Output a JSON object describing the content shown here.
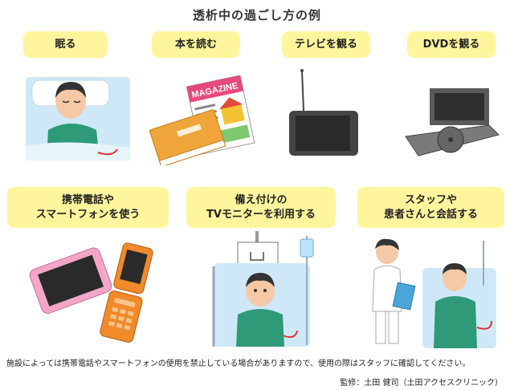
{
  "title": "透析中の過ごし方の例",
  "cards": [
    {
      "id": "sleep",
      "lines": [
        "眠る"
      ]
    },
    {
      "id": "read",
      "lines": [
        "本を読む"
      ],
      "book_text": "MAGAZINE"
    },
    {
      "id": "tv",
      "lines": [
        "テレビを観る"
      ]
    },
    {
      "id": "dvd",
      "lines": [
        "DVDを観る"
      ]
    },
    {
      "id": "phone",
      "lines": [
        "携帯電話や",
        "スマートフォンを使う"
      ]
    },
    {
      "id": "bedtv",
      "lines": [
        "備え付けの",
        "TVモニターを利用する"
      ]
    },
    {
      "id": "talk",
      "lines": [
        "スタッフや",
        "患者さんと会話する"
      ]
    }
  ],
  "note": "施設によっては携帯電話やスマートフォンの使用を禁止している場合がありますので、使用の際はスタッフに確認してください。",
  "supervisor": "監修：土田 健司（土田アクセスクリニック）",
  "colors": {
    "label_bg": "#fff59d",
    "bed_blue": "#cfe8f7",
    "shirt_green": "#2e9a78",
    "skin": "#f6c9a6",
    "book_orange": "#f0a53a",
    "device_gray": "#5a5a5a",
    "phone_pink": "#f4a6c7",
    "phone_orange": "#f08a2a"
  }
}
